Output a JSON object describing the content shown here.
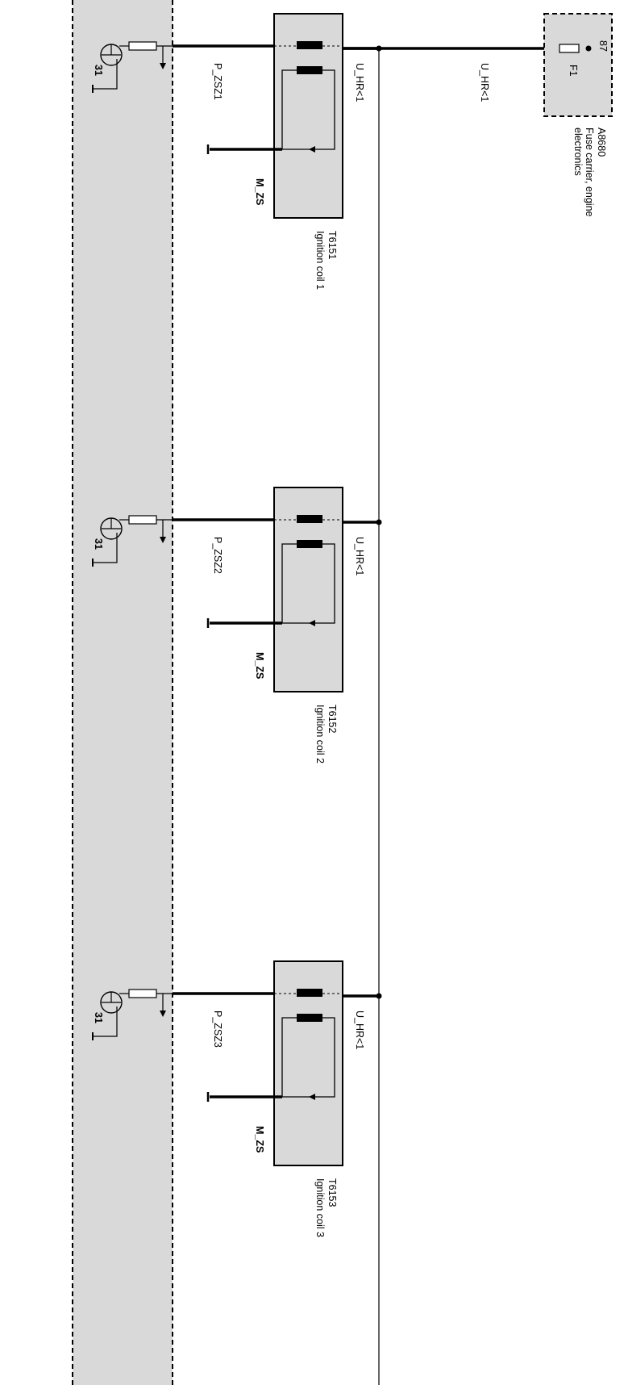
{
  "fuse_carrier": {
    "id": "A8680",
    "name": "Fuse carrier, engine electronics",
    "name_line1": "Fuse carrier, engine",
    "name_line2": "electronics",
    "fuse": "F1",
    "pin": "87"
  },
  "main_wire_label": "U_HR<1",
  "coils": [
    {
      "id": "T6151",
      "name": "Ignition coil 1",
      "supply": "U_HR<1",
      "signal": "P_ZSZ1",
      "ground_wire": "M_ZS",
      "ground_pin": "31"
    },
    {
      "id": "T6152",
      "name": "Ignition coil 2",
      "supply": "U_HR<1",
      "signal": "P_ZSZ2",
      "ground_wire": "M_ZS",
      "ground_pin": "31"
    },
    {
      "id": "T6153",
      "name": "Ignition coil 3",
      "supply": "U_HR<1",
      "signal": "P_ZSZ3",
      "ground_wire": "M_ZS",
      "ground_pin": "31"
    }
  ],
  "colors": {
    "line": "#000000",
    "component_fill": "#d9d9d9",
    "background": "#ffffff"
  }
}
